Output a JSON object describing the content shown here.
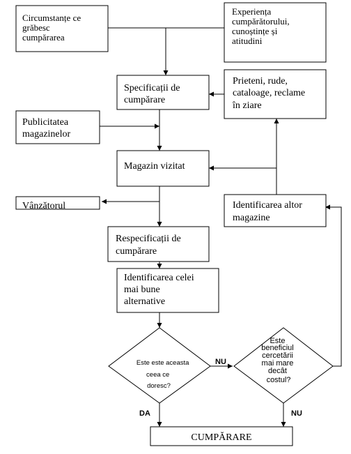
{
  "boxes": {
    "circumstante": [
      "Circumstanțe ce",
      "grăbesc",
      "cumpărarea"
    ],
    "experienta": [
      "Experiența",
      "cumpărătorului,",
      "cunoștințe și",
      "atitudini"
    ],
    "specificatii": [
      "Specificații de",
      "cumpărare"
    ],
    "prieteni": [
      "Prieteni, rude,",
      "cataloage, reclame",
      "în ziare"
    ],
    "publicitatea": [
      "Publicitatea",
      "magazinelor"
    ],
    "magazin_vizitat": [
      "Magazin vizitat"
    ],
    "vanzatorul": [
      "Vânzătorul"
    ],
    "identificarea_altor": [
      "Identificarea altor",
      "magazine"
    ],
    "respecificatii": [
      "Respecificații de",
      "cumpărare"
    ],
    "identificarea_celei": [
      "Identificarea celei",
      "mai bune",
      "alternative"
    ],
    "cumparare": [
      "CUMPĂRARE"
    ]
  },
  "decisions": {
    "este_aceasta": [
      "Este este aceasta",
      "ceea ce",
      "doresc?"
    ],
    "beneficiul": [
      "Este",
      "beneficiul",
      "cercetării",
      "mai mare",
      "decât",
      "costul?"
    ]
  },
  "edge_labels": {
    "nu_left": "NU",
    "da": "DA",
    "nu_right": "NU"
  }
}
